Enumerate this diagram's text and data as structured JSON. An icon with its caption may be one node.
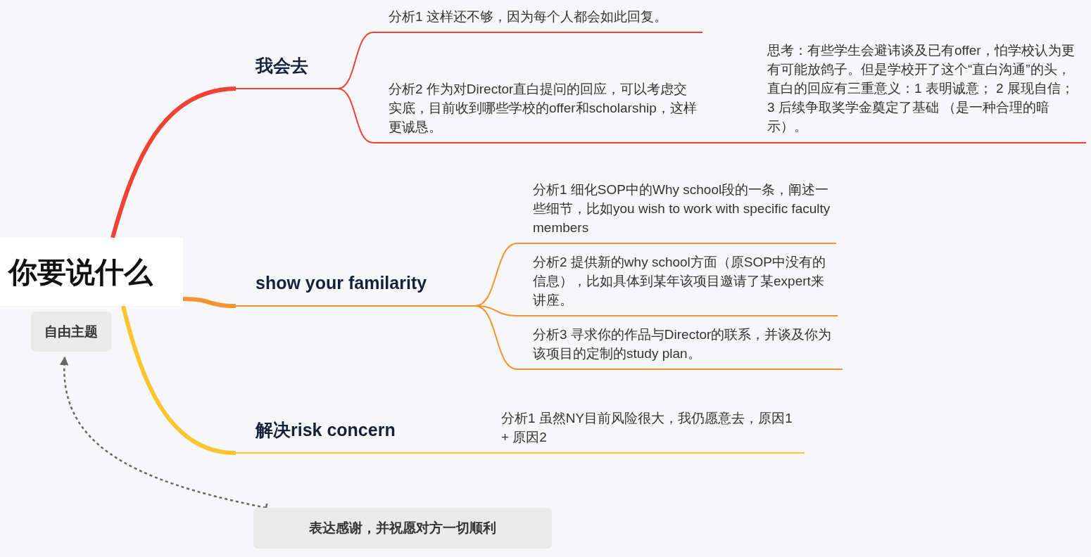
{
  "diagram": {
    "nodes": [
      {
        "text": [
          "你要说什么"
        ]
      },
      {
        "text": [
          "我会去"
        ]
      },
      {
        "text": [
          "分析1 这样还不够，因为每个人都会如此回复。"
        ]
      },
      {
        "text": [
          "分析2 作为对Director直白提问的回应，可以考虑交实底，目前收到哪些学校的offer和scholarship，这样更诚恳。",
          "思考：有些学生会避讳谈及已有offer，怕学校认为更有可能放鸽子。但是学校开了这个“直白沟通”的头，直白的回应有三重意义：1 表明诚意； 2 展现自信； 3 后续争取奖学金奠定了基础 （是一种合理的暗示）。"
        ]
      },
      {
        "text": [
          "show your familarity"
        ]
      },
      {
        "text": [
          "分析1 细化SOP中的Why school段的一条，阐述一些细节，比如you wish to work with specific faculty members"
        ]
      },
      {
        "text": [
          "分析2 提供新的why school方面（原SOP中没有的信息），比如具体到某年该项目邀请了某expert来讲座。"
        ]
      },
      {
        "text": [
          "分析3 寻求你的作品与Director的联系，并谈及你为该项目的定制的study plan。"
        ]
      },
      {
        "text": [
          "解决risk concern"
        ]
      },
      {
        "text": [
          "分析1 虽然NY目前风险很大，我仍愿意去，原因1 + 原因2"
        ]
      },
      {
        "text": [
          "自由主题"
        ]
      },
      {
        "text": [
          "表达感谢，并祝愿对方一切顺利"
        ]
      }
    ],
    "edges": [
      {
        "from": 0,
        "to": 1,
        "arrow": "none",
        "style": "thick",
        "color": "#ee4236"
      },
      {
        "from": 1,
        "to": 2,
        "arrow": "none",
        "color": "#ee4236"
      },
      {
        "from": 1,
        "to": 3,
        "arrow": "none",
        "color": "#ee4236"
      },
      {
        "from": 0,
        "to": 4,
        "arrow": "none",
        "style": "thick",
        "color": "#f39433"
      },
      {
        "from": 4,
        "to": 5,
        "arrow": "none",
        "color": "#f39433"
      },
      {
        "from": 4,
        "to": 6,
        "arrow": "none",
        "color": "#f39433"
      },
      {
        "from": 4,
        "to": 7,
        "arrow": "none",
        "color": "#f39433"
      },
      {
        "from": 0,
        "to": 8,
        "arrow": "none",
        "style": "thick",
        "color": "#fbc531"
      },
      {
        "from": 8,
        "to": 9,
        "arrow": "none",
        "color": "#fbc531"
      },
      {
        "from": 11,
        "to": 10,
        "arrow": "to",
        "style": "dashed",
        "color": "#666666"
      }
    ]
  }
}
